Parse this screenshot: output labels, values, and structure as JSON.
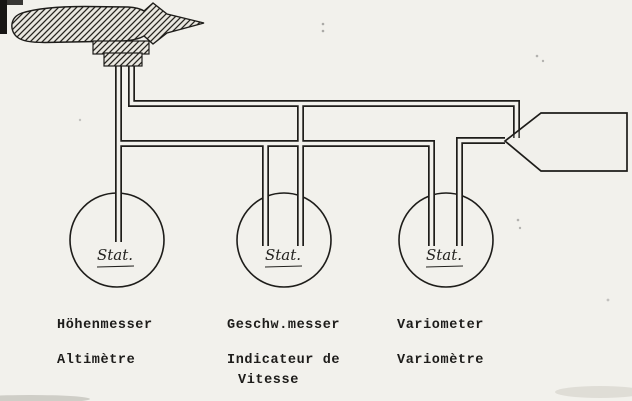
{
  "figure_kind": "pitot-static-system-schematic",
  "colors": {
    "ink": "#1e1d1a",
    "paper": "#f2f1ec"
  },
  "instruments": [
    {
      "dial_label": "Stat.",
      "caption_lines": [
        "Höhenmesser",
        "Altimètre"
      ]
    },
    {
      "dial_label": "Stat.",
      "caption_lines": [
        "Geschw.messer",
        "Indicateur de",
        "Vitesse"
      ]
    },
    {
      "dial_label": "Stat.",
      "caption_lines": [
        "Variometer",
        "Variomètre"
      ]
    }
  ]
}
